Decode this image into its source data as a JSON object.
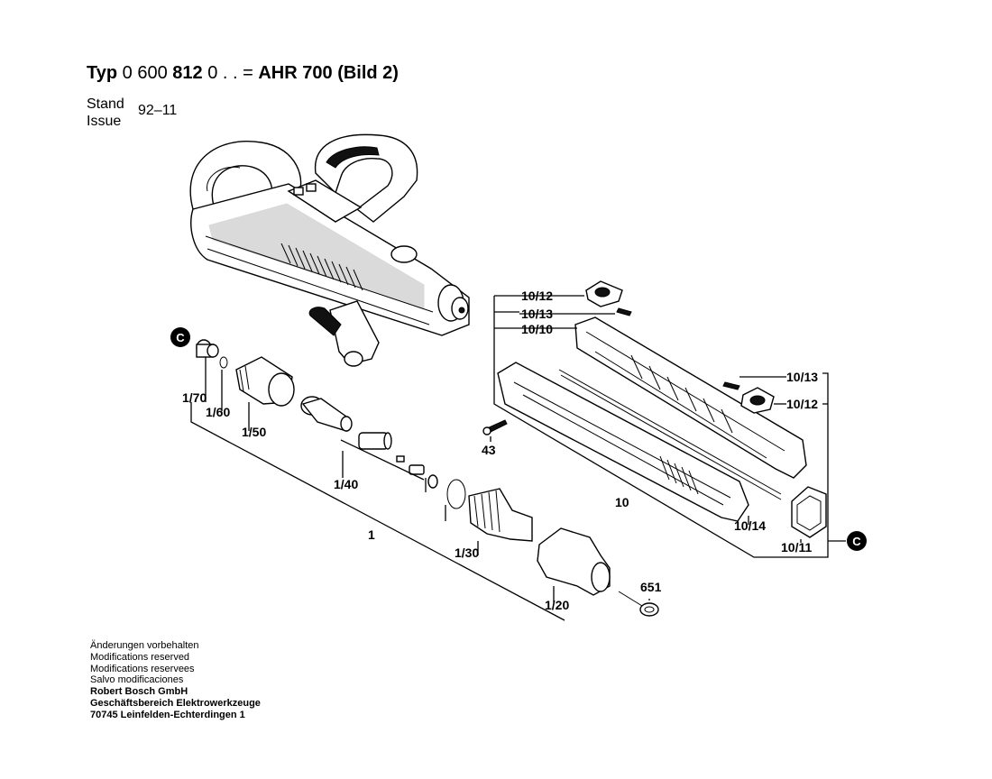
{
  "header": {
    "typ_label": "Typ",
    "part_no_a": "0 600",
    "part_no_b": "812",
    "part_no_c": "0 . . =",
    "model": "AHR  700",
    "picture": "(Bild 2)"
  },
  "stand_label": "Stand",
  "issue_label": "Issue",
  "date": "92–11",
  "markers": {
    "left": "C",
    "right": "C"
  },
  "parts": {
    "p1_70": "1/70",
    "p1_60": "1/60",
    "p1_50": "1/50",
    "p1_40": "1/40",
    "p1": "1",
    "p1_30": "1/30",
    "p1_20": "1/20",
    "p651": "651",
    "p10_12a": "10/12",
    "p10_13a": "10/13",
    "p10_10": "10/10",
    "p10_13b": "10/13",
    "p10_12b": "10/12",
    "p43": "43",
    "p10": "10",
    "p10_14": "10/14",
    "p10_11": "10/11"
  },
  "footer": {
    "line1": "Änderungen vorbehalten",
    "line2": "Modifications reserved",
    "line3": "Modifications reservees",
    "line4": "Salvo modificaciones",
    "line5": "Robert Bosch GmbH",
    "line6": "Geschäftsbereich Elektrowerkzeuge",
    "line7": "70745 Leinfelden-Echterdingen 1"
  }
}
